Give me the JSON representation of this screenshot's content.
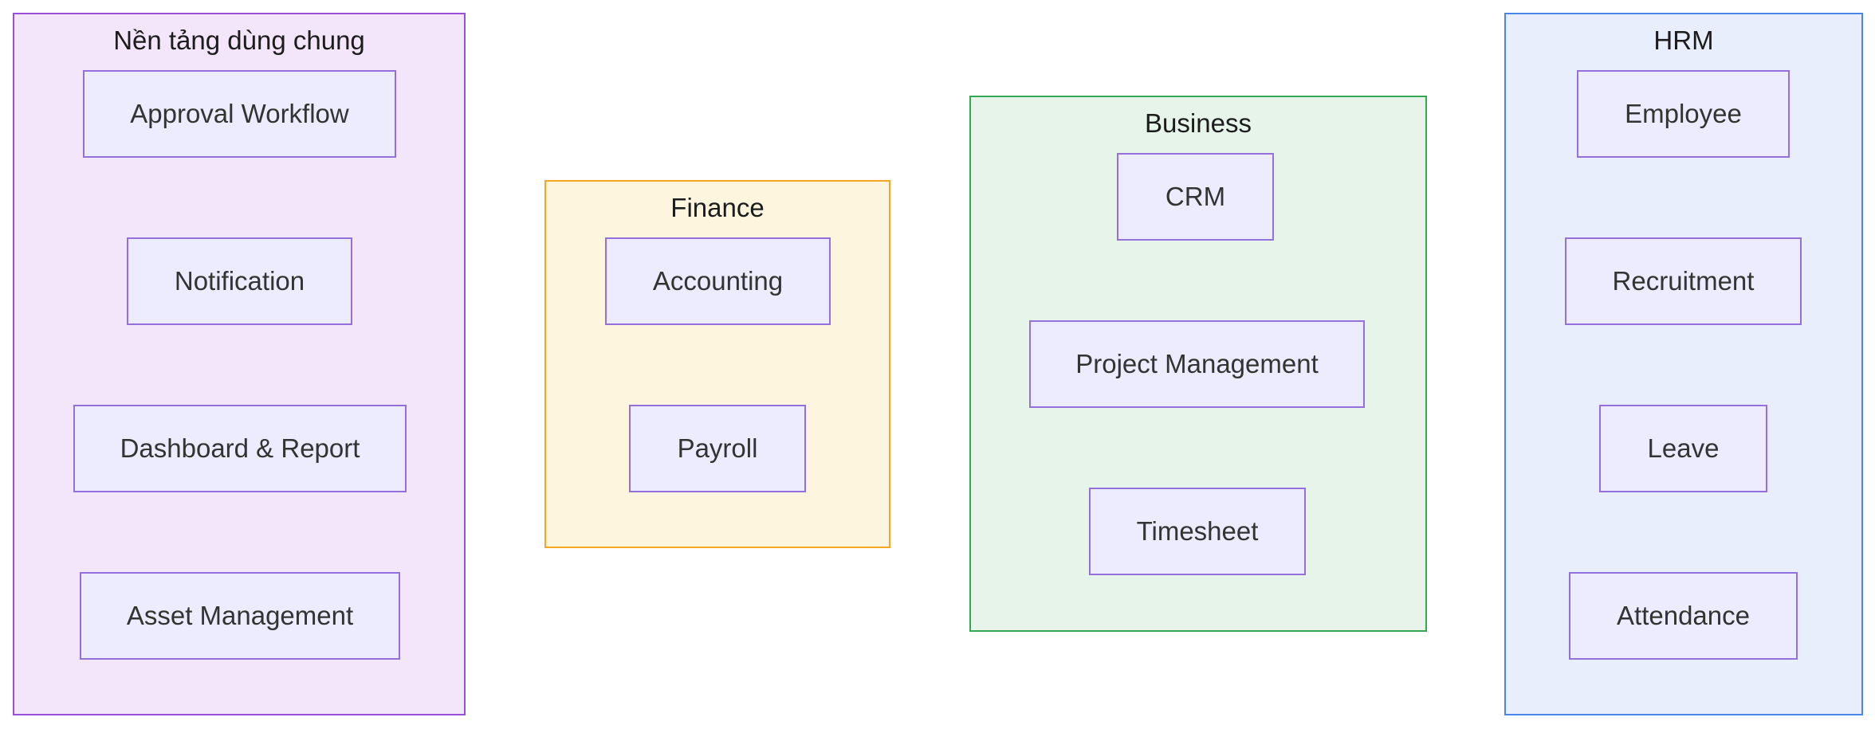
{
  "colors": {
    "node_fill": "#ececfe",
    "node_border": "#9370db",
    "shared_fill": "#f3e6fb",
    "shared_border": "#9b4fd8",
    "finance_fill": "#fdf5dd",
    "finance_border": "#f5a623",
    "business_fill": "#e6f4ea",
    "business_border": "#34a853",
    "hrm_fill": "#e8eefb",
    "hrm_border": "#4a86e8"
  },
  "groups": {
    "shared": {
      "title": "Nền tảng dùng chung",
      "nodes": [
        "Approval Workflow",
        "Notification",
        "Dashboard & Report",
        "Asset Management"
      ]
    },
    "finance": {
      "title": "Finance",
      "nodes": [
        "Accounting",
        "Payroll"
      ]
    },
    "business": {
      "title": "Business",
      "nodes": [
        "CRM",
        "Project Management",
        "Timesheet"
      ]
    },
    "hrm": {
      "title": "HRM",
      "nodes": [
        "Employee",
        "Recruitment",
        "Leave",
        "Attendance"
      ]
    }
  }
}
